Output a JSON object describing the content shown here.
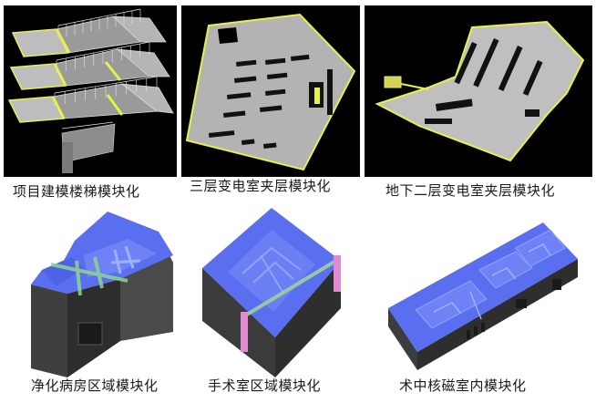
{
  "panels": [
    {
      "caption": "项目建模楼梯模块化"
    },
    {
      "caption": "三层变电室夹层模块化"
    },
    {
      "caption": "地下二层变电室夹层模块化"
    },
    {
      "caption": "净化病房区域模块化"
    },
    {
      "caption": "手术室区域模块化"
    },
    {
      "caption": "术中核磁室内模块化"
    }
  ],
  "colors": {
    "dark_background": "#000000",
    "slab_gray": "#c9c9c9",
    "edge_yellow": "#e8f04a",
    "room_blue": "#5a6ff0",
    "wall_dark": "#3c3c3c"
  }
}
